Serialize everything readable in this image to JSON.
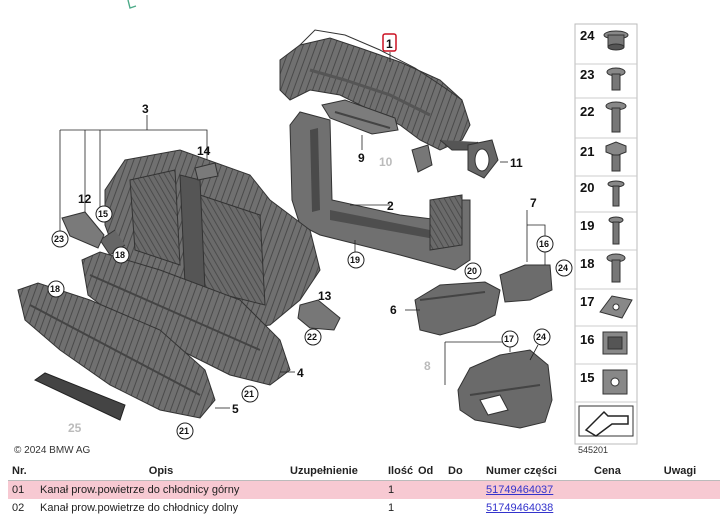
{
  "diagram": {
    "copyright": "© 2024 BMW AG",
    "image_code": "545201",
    "callouts_main": [
      "1",
      "2",
      "3",
      "4",
      "5",
      "6",
      "7",
      "8",
      "9",
      "10",
      "11",
      "12",
      "13",
      "14",
      "15"
    ],
    "callouts_circled": [
      "15",
      "16",
      "17",
      "18",
      "18",
      "19",
      "20",
      "21",
      "21",
      "22",
      "23",
      "24",
      "24"
    ],
    "callouts_faded": [
      "25"
    ],
    "panel_parts": [
      "24",
      "23",
      "22",
      "21",
      "20",
      "19",
      "18",
      "17",
      "16",
      "15"
    ]
  },
  "table": {
    "headers": [
      "Nr.",
      "Opis",
      "Uzupełnienie",
      "Ilość",
      "Od",
      "Do",
      "Numer części",
      "Cena",
      "Uwagi"
    ],
    "rows": [
      {
        "nr": "01",
        "opis": "Kanał prow.powietrze do chłodnicy górny",
        "uzup": "",
        "ilosc": "1",
        "od": "",
        "do": "",
        "numer": "51749464037",
        "cena": "",
        "uwagi": ""
      },
      {
        "nr": "02",
        "opis": "Kanał prow.powietrze do chłodnicy dolny",
        "uzup": "",
        "ilosc": "1",
        "od": "",
        "do": "",
        "numer": "51749464038",
        "cena": "",
        "uwagi": ""
      }
    ]
  },
  "colors": {
    "highlight_row": "#f7c9d2",
    "link": "#3333cc",
    "part_fill": "#6e6e6e",
    "part_dark": "#3c3c3c",
    "callout_red": "#cc1122"
  }
}
